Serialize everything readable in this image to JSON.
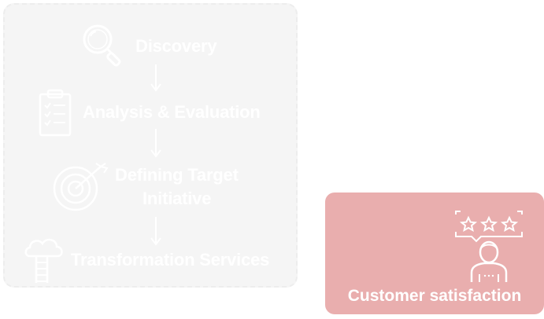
{
  "process": {
    "steps": [
      {
        "label": "Discovery",
        "icon": "magnifier-icon"
      },
      {
        "label": "Analysis & Evaluation",
        "icon": "clipboard-checklist-icon"
      },
      {
        "label_line1": "Defining Target",
        "label_line2": "Initiative",
        "icon": "target-arrow-icon"
      },
      {
        "label": "Transformation Services",
        "icon": "cloud-ladder-icon"
      }
    ]
  },
  "highlight": {
    "label": "Customer satisfaction",
    "icon": "customer-rating-stars-icon"
  },
  "colors": {
    "panel_fill": "#f5f5f5",
    "panel_border": "#ededed",
    "card_fill": "#e9aeae",
    "text": "#ffffff"
  }
}
